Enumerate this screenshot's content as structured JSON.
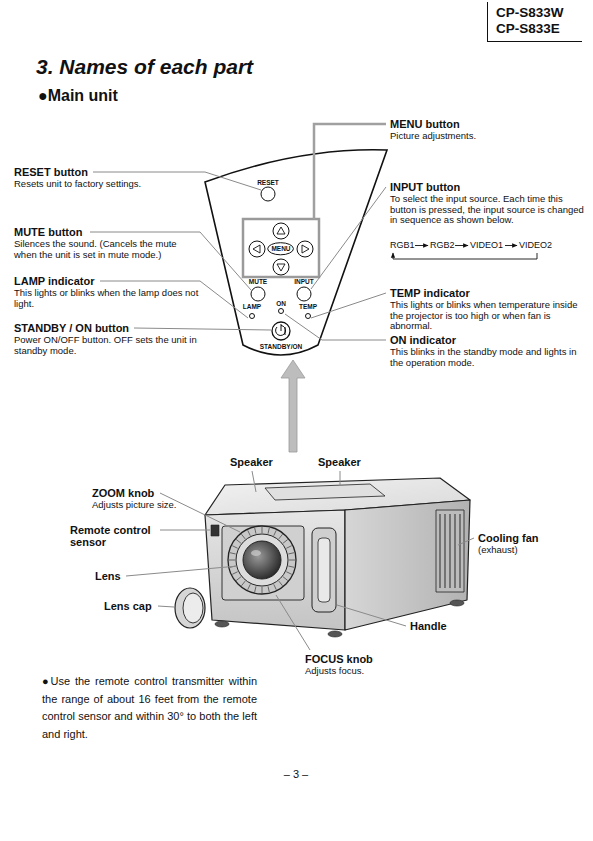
{
  "diagram": {
    "title": "3. Names of each part",
    "nodes": [
      {
        "text": [
          "CP-S833W CP-S833E"
        ]
      },
      {
        "text": [
          "MENU"
        ]
      }
    ],
    "labels": [
      "●Main unit",
      "MENU button",
      "Picture adjustments.",
      "RESET button",
      "Resets unit to factory settings.",
      "INPUT button",
      "To select the input source. Each time this button is pressed, the input source is changed in sequence as shown below.",
      "RGB1",
      "RGB2",
      "VIDEO1",
      "VIDEO2",
      "MUTE button",
      "Silences the sound. (Cancels the mute when the unit is set in mute mode.)",
      "LAMP indicator",
      "This lights or blinks when the lamp does not light.",
      "TEMP indicator",
      "This lights or blinks when temperature inside the projector is too high or when fan is abnormal.",
      "STANDBY / ON button",
      "Power ON/OFF button. OFF sets the unit in standby mode.",
      "ON indicator",
      "This blinks in the standby mode and lights in the operation mode.",
      "RESET",
      "MUTE",
      "INPUT",
      "LAMP",
      "ON",
      "TEMP",
      "STANDBY/ON",
      "Speaker",
      "Speaker",
      "ZOOM knob",
      "Adjusts picture size.",
      "Remote control sensor",
      "Lens",
      "Lens cap",
      "Cooling fan",
      "(exhaust)",
      "Handle",
      "FOCUS knob",
      "Adjusts focus.",
      "●Use the remote control transmitter within the range of about 16 feet from the remote control sensor and within 30° to both the left and right.",
      "– 3 –"
    ]
  }
}
